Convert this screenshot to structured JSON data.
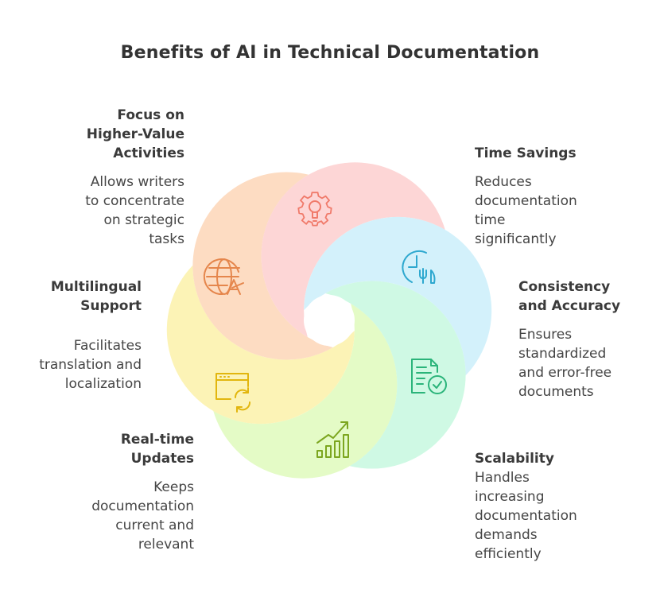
{
  "title": "Benefits of AI in Technical Documentation",
  "colors": {
    "pink": "#fdd6d6",
    "blue": "#d3f1fb",
    "mint": "#cff9e4",
    "lime": "#e4fbc6",
    "yellow": "#fcf3b6",
    "peach": "#fddcc2"
  },
  "items": [
    {
      "key": "focus",
      "icon": "gear-bulb-icon",
      "head": [
        "Focus on",
        "Higher-Value",
        "Activities"
      ],
      "desc": [
        "Allows writers",
        "to concentrate",
        "on strategic",
        "tasks"
      ]
    },
    {
      "key": "time",
      "icon": "clock-hands-icon",
      "head": [
        "Time Savings"
      ],
      "desc": [
        "Reduces",
        "documentation",
        "time",
        "significantly"
      ]
    },
    {
      "key": "consistency",
      "icon": "document-check-icon",
      "head": [
        "Consistency",
        "and Accuracy"
      ],
      "desc": [
        "Ensures",
        "standardized",
        "and error-free",
        "documents"
      ]
    },
    {
      "key": "scalability",
      "icon": "growth-chart-icon",
      "head": [
        "Scalability"
      ],
      "desc": [
        "Handles",
        "increasing",
        "documentation",
        "demands",
        "efficiently"
      ]
    },
    {
      "key": "realtime",
      "icon": "browser-refresh-icon",
      "head": [
        "Real-time",
        "Updates"
      ],
      "desc": [
        "Keeps",
        "documentation",
        "current and",
        "relevant"
      ]
    },
    {
      "key": "multilingual",
      "icon": "globe-translate-icon",
      "head": [
        "Multilingual",
        "Support"
      ],
      "desc": [
        "Facilitates",
        "translation and",
        "localization"
      ]
    }
  ]
}
